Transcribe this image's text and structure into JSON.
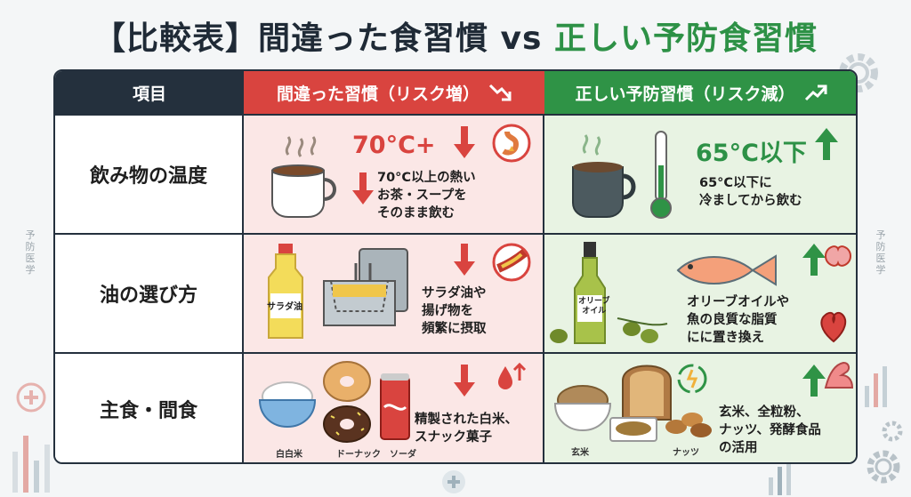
{
  "title": {
    "part1": "【比較表】間違った食習慣 vs ",
    "part2": "正しい予防食習慣"
  },
  "side_text": "予防医学",
  "headers": {
    "item": "項目",
    "wrong": "間違った習慣（リスク増）",
    "right": "正しい予防習慣（リスク減）"
  },
  "rows": [
    {
      "item": "飲み物の温度",
      "wrong_value": "70°C+",
      "wrong_desc": "70°C以上の熱い\nお茶・スープを\nそのまま飲む",
      "right_value": "65°C以下",
      "right_desc": "65°C以下に\n冷ましてから飲む"
    },
    {
      "item": "油の選び方",
      "wrong_bottle_label": "サラダ油",
      "wrong_desc": "サラダ油や\n揚げ物を\n頻繁に摂取",
      "right_bottle_label": "オリーブ\nオイル",
      "right_desc": "オリーブオイルや\n魚の良質な脂質\nにに置き換え"
    },
    {
      "item": "主食・間食",
      "wrong_captions": [
        "白白米",
        "ドーナック",
        "ソーダ"
      ],
      "wrong_desc": "精製された白米、\nスナック菓子",
      "right_captions": [
        "玄米",
        "ナッツ"
      ],
      "right_desc": "玄米、全粒粉、\nナッツ、発酵食品\nの活用"
    }
  ],
  "colors": {
    "dark": "#24303d",
    "red": "#d9443f",
    "green": "#2f9346",
    "red_bg": "#fbe7e6",
    "green_bg": "#e8f3e3"
  }
}
